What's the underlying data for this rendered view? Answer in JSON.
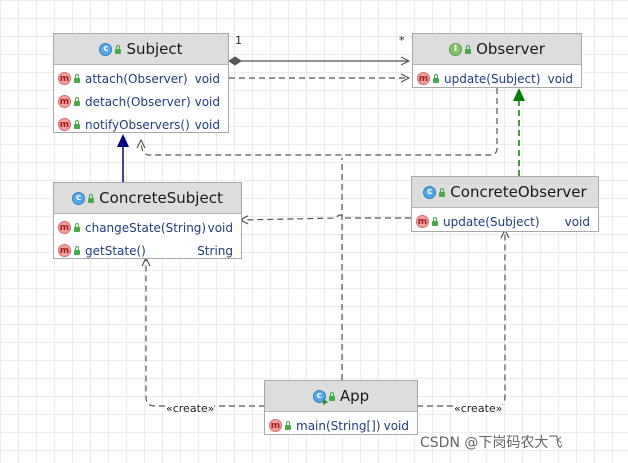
{
  "classes": {
    "subject": {
      "name": "Subject",
      "methods": [
        {
          "name": "attach(Observer)",
          "type": "void"
        },
        {
          "name": "detach(Observer)",
          "type": "void"
        },
        {
          "name": "notifyObservers()",
          "type": "void"
        }
      ]
    },
    "observer": {
      "name": "Observer",
      "methods": [
        {
          "name": "update(Subject)",
          "type": "void"
        }
      ]
    },
    "concrete_subject": {
      "name": "ConcreteSubject",
      "methods": [
        {
          "name": "changeState(String)",
          "type": "void"
        },
        {
          "name": "getState()",
          "type": "String"
        }
      ]
    },
    "concrete_observer": {
      "name": "ConcreteObserver",
      "methods": [
        {
          "name": "update(Subject)",
          "type": "void"
        }
      ]
    },
    "app": {
      "name": "App",
      "methods": [
        {
          "name": "main(String[])",
          "type": "void"
        }
      ]
    }
  },
  "icons": {
    "class_letter": "c",
    "interface_letter": "I",
    "method_letter": "m"
  },
  "labels": {
    "multiplicity_one": "1",
    "multiplicity_many": "*",
    "create_left": "«create»",
    "create_right": "«create»"
  },
  "watermark": "CSDN @下岗码农大飞",
  "colors": {
    "inheritance": "#000080",
    "realization": "#008000",
    "dependency": "#555555",
    "header": "#dddddd"
  }
}
